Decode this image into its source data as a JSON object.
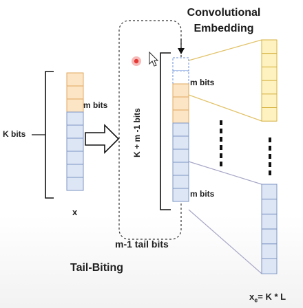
{
  "diagram": {
    "title_line1": "Convolutional",
    "title_line2": "Embedding",
    "k_bits_label": "K bits",
    "x_label": "x",
    "m_bits_left": "m bits",
    "vertical_label": "K + m -1 bits",
    "m_bits_top": "m bits",
    "m_bits_bottom": "m bits",
    "tail_bits_label": "m-1 tail bits",
    "tail_biting_label": "Tail-Biting",
    "xe_label_prefix": "x",
    "xe_label_sub": "e",
    "xe_label_suffix": "= K * L"
  },
  "colors": {
    "orange_fill": "#fce5c4",
    "orange_stroke": "#e0a860",
    "blue_fill": "#dde6f5",
    "blue_stroke": "#7d94c2",
    "yellow_fill": "#fdf2c0",
    "yellow_stroke": "#d6b13e",
    "connector_yellow": "#e2c36a",
    "connector_grey": "#a7a7c7",
    "cursor_red": "#e53935"
  },
  "cells": {
    "input_orange": 3,
    "input_blue": 6,
    "middle_dashed": 2,
    "middle_orange": 3,
    "middle_blue": 6,
    "output_yellow": 6,
    "output_blue": 6
  }
}
